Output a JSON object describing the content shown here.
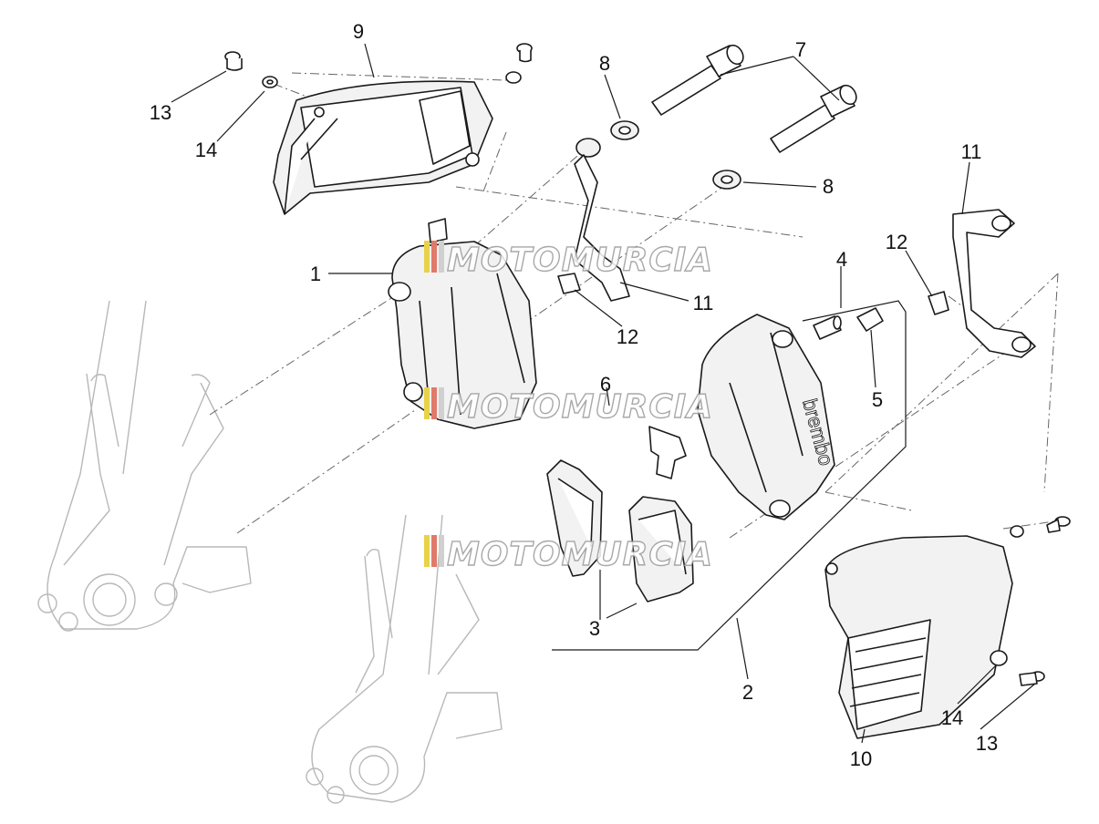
{
  "diagram": {
    "callouts": [
      "1",
      "2",
      "3",
      "4",
      "5",
      "6",
      "7",
      "8",
      "8",
      "9",
      "10",
      "11",
      "11",
      "12",
      "12",
      "13",
      "13",
      "14",
      "14"
    ],
    "watermark": {
      "text": "MOTOMURCIA",
      "stripe_colors": [
        "#e8d24a",
        "#e07a6a",
        "#d0d0d0"
      ]
    }
  }
}
